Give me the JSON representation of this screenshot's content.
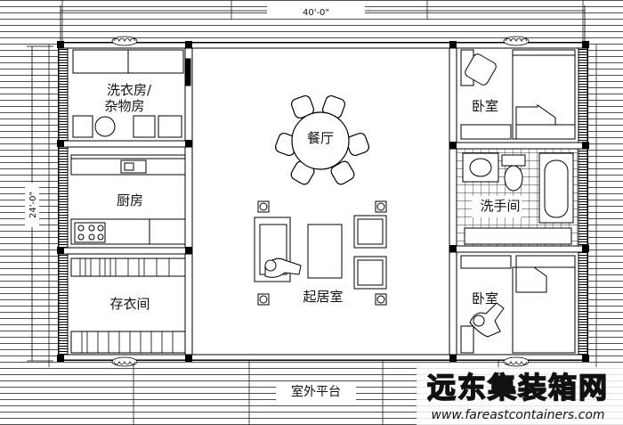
{
  "dimensions": {
    "width_label": "40'-0\"",
    "height_label": "24'-0\""
  },
  "rooms": {
    "laundry_line1": "洗衣房/",
    "laundry_line2": "杂物房",
    "dining": "餐厅",
    "kitchen": "厨房",
    "closet": "存衣间",
    "living": "起居室",
    "bedroom_top": "卧室",
    "bathroom": "洗手间",
    "bedroom_bottom": "卧室",
    "terrace": "室外平台"
  },
  "watermark": {
    "brand": "远东集装箱网",
    "url": "www.fareastcontainers.com"
  },
  "colors": {
    "line": "#111111",
    "tile": "#444444",
    "watermark_stroke": "#111111"
  }
}
